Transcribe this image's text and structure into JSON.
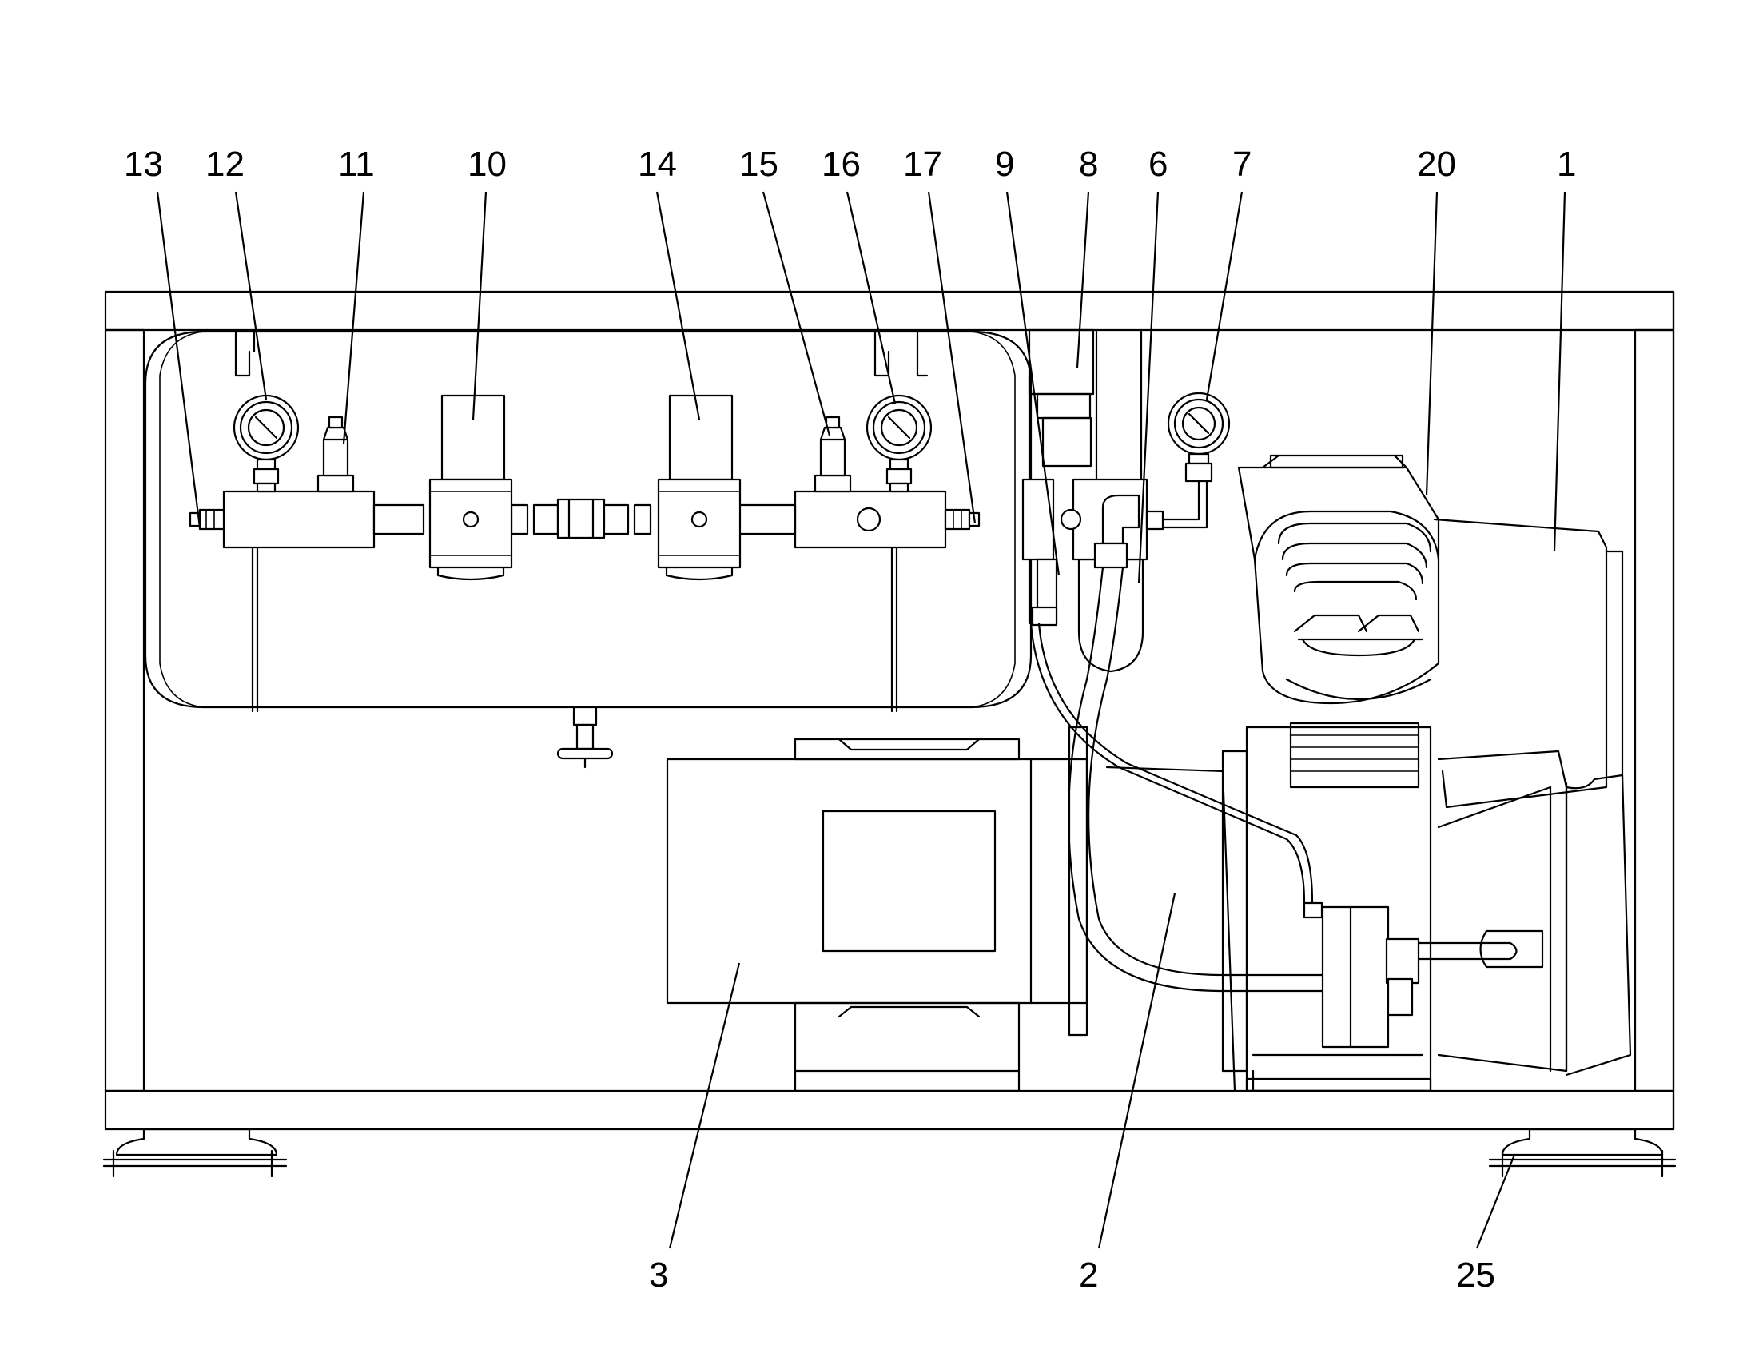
{
  "diagram": {
    "kind": "technical assembly drawing",
    "callouts": [
      {
        "id": "c13",
        "label": "13"
      },
      {
        "id": "c12",
        "label": "12"
      },
      {
        "id": "c11",
        "label": "11"
      },
      {
        "id": "c10",
        "label": "10"
      },
      {
        "id": "c14",
        "label": "14"
      },
      {
        "id": "c15",
        "label": "15"
      },
      {
        "id": "c16",
        "label": "16"
      },
      {
        "id": "c17",
        "label": "17"
      },
      {
        "id": "c9",
        "label": "9"
      },
      {
        "id": "c8",
        "label": "8"
      },
      {
        "id": "c6",
        "label": "6"
      },
      {
        "id": "c7",
        "label": "7"
      },
      {
        "id": "c20",
        "label": "20"
      },
      {
        "id": "c1",
        "label": "1"
      },
      {
        "id": "c3",
        "label": "3"
      },
      {
        "id": "c2",
        "label": "2"
      },
      {
        "id": "c25",
        "label": "25"
      }
    ],
    "colors": {
      "line": "#000000",
      "background": "#ffffff"
    }
  }
}
